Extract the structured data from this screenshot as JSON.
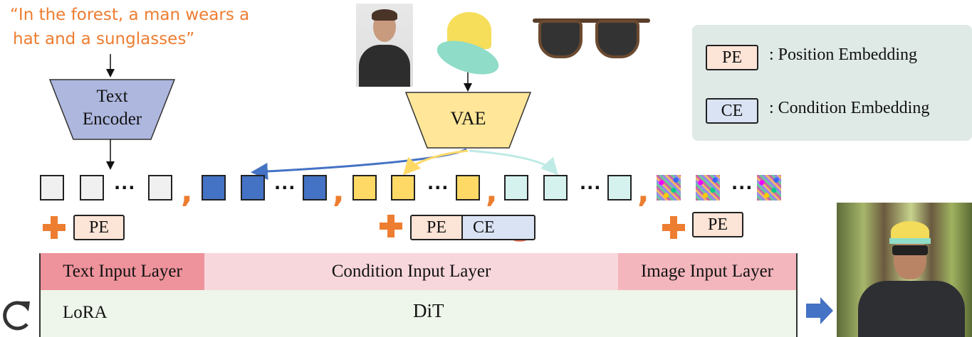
{
  "prompt": {
    "line1": "“In the forest, a man wears a",
    "line2": "hat and a sunglasses”"
  },
  "text_encoder": {
    "line1": "Text",
    "line2": "Encoder"
  },
  "vae": {
    "label": "VAE"
  },
  "legend": {
    "pe_label": "PE",
    "pe_desc": ": Position Embedding",
    "ce_label": "CE",
    "ce_desc": ": Condition Embedding"
  },
  "tokens": {
    "ellipsis": "···",
    "comma": ","
  },
  "embeddings": {
    "pe": "PE",
    "ce": "CE"
  },
  "layers": {
    "text": "Text Input Layer",
    "condition": "Condition Input Layer",
    "image": "Image Input Layer"
  },
  "dit": {
    "label": "DiT",
    "lora": "LoRA"
  },
  "colors": {
    "orange": "#ed7d31",
    "blue": "#4472c4",
    "yellow": "#ffd966",
    "cyan": "#d5f2ef",
    "flame": "#f4735a"
  }
}
